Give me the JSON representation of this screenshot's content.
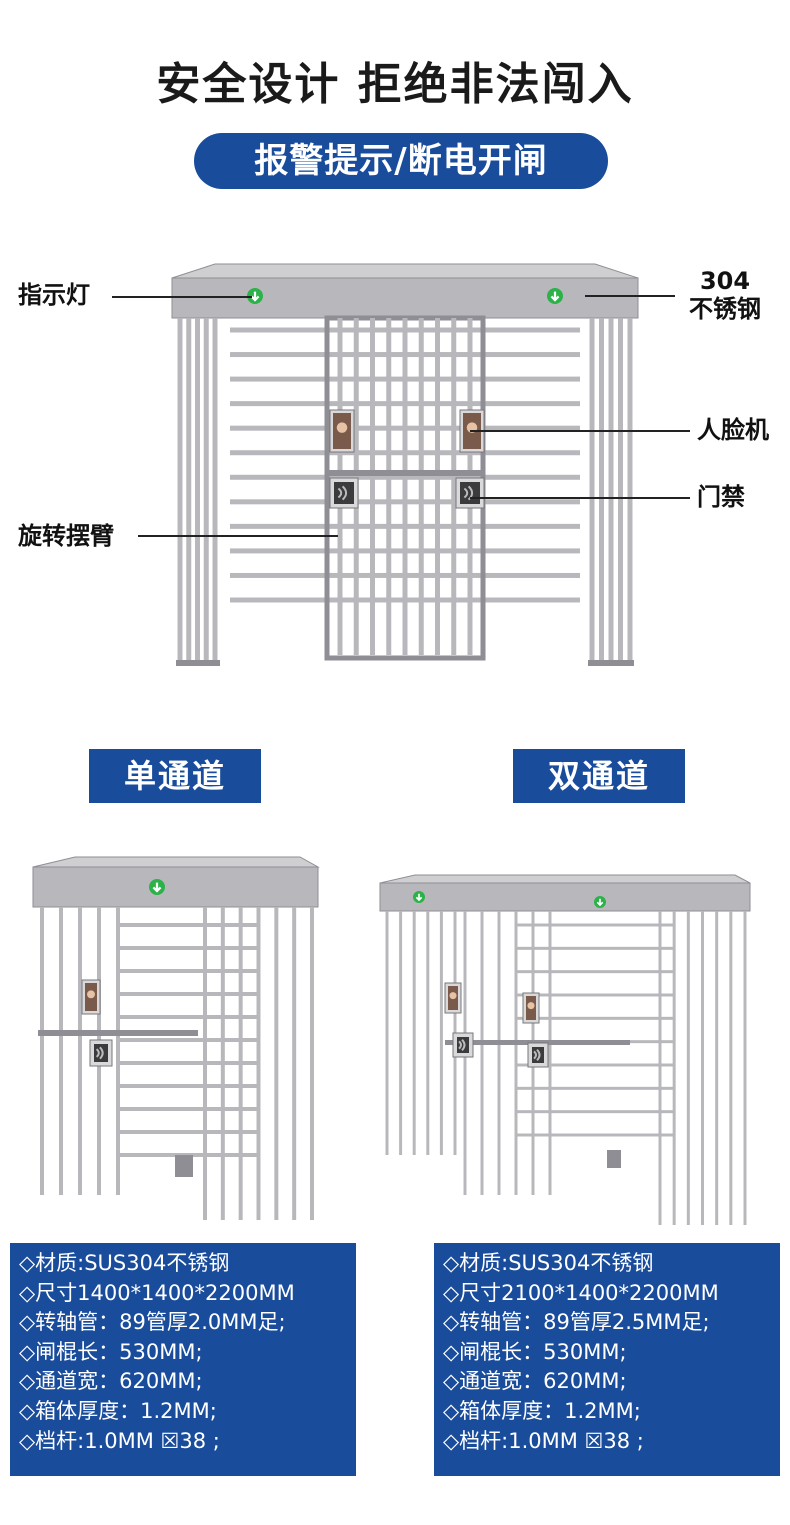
{
  "headline": "安全设计 拒绝非法闯入",
  "subheadline": "报警提示/断电开闸",
  "callouts": {
    "indicator_light": "指示灯",
    "material_line1": "304",
    "material_line2": "不锈钢",
    "face_machine": "人脸机",
    "access_control": "门禁",
    "rotating_arm": "旋转摆臂"
  },
  "single_channel": {
    "label": "单通道",
    "specs": [
      "◇材质:SUS304不锈钢",
      "◇尺寸1400*1400*2200MM",
      "◇转轴管：89管厚2.0MM足;",
      "◇闸棍长：530MM;",
      "◇通道宽：620MM;",
      "◇箱体厚度：1.2MM;",
      "◇档杆:1.0MM ☒38 ;"
    ]
  },
  "double_channel": {
    "label": "双通道",
    "specs": [
      "◇材质:SUS304不锈钢",
      "◇尺寸2100*1400*2200MM",
      "◇转轴管：89管厚2.5MM足;",
      "◇闸棍长：530MM;",
      "◇通道宽：620MM;",
      "◇箱体厚度：1.2MM;",
      "◇档杆:1.0MM ☒38 ;"
    ]
  },
  "colors": {
    "brand_blue": "#1a4c9c",
    "steel": "#b8b8bc",
    "steel_dark": "#8e8e94",
    "indicator_green": "#2db24a"
  }
}
